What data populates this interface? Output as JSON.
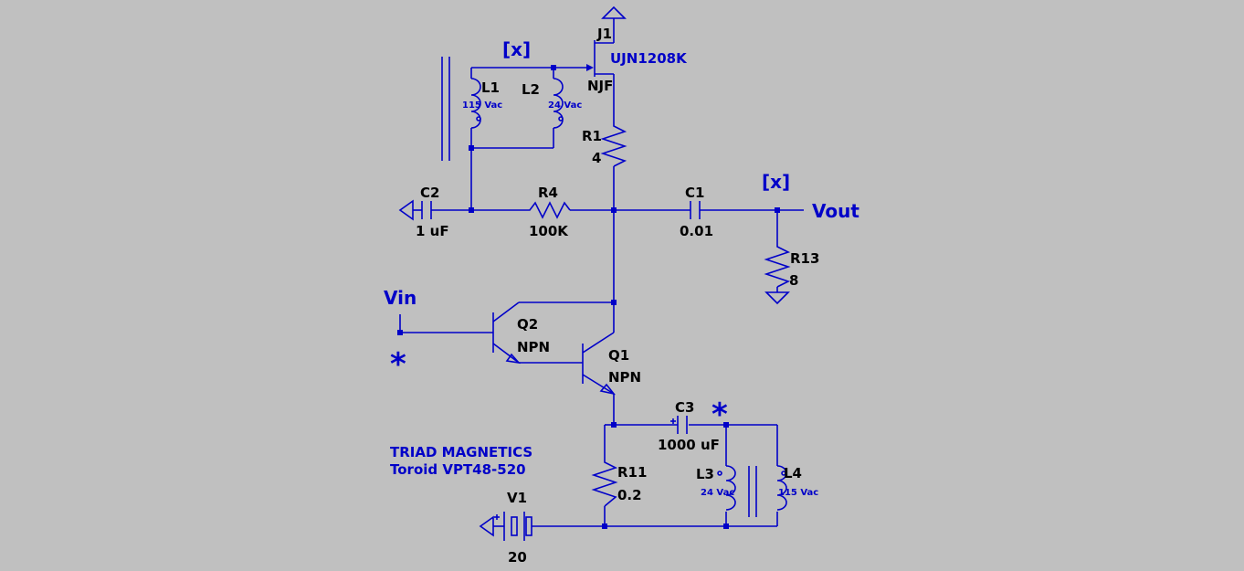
{
  "colors": {
    "background": "#c0c0c0",
    "wire": "#0000c8",
    "label": "#000000"
  },
  "components": {
    "J1": {
      "name": "J1",
      "model": "UJN1208K",
      "type": "NJF"
    },
    "L1": {
      "name": "L1",
      "value": "115 Vac"
    },
    "L2": {
      "name": "L2",
      "value": "24 Vac"
    },
    "L3": {
      "name": "L3",
      "value": "24 Vac"
    },
    "L4": {
      "name": "L4",
      "value": "115 Vac"
    },
    "R1": {
      "name": "R1",
      "value": "4"
    },
    "R4": {
      "name": "R4",
      "value": "100K"
    },
    "R11": {
      "name": "R11",
      "value": "0.2"
    },
    "R13": {
      "name": "R13",
      "value": "8"
    },
    "C1": {
      "name": "C1",
      "value": "0.01"
    },
    "C2": {
      "name": "C2",
      "value": "1 uF"
    },
    "C3": {
      "name": "C3",
      "value": "1000 uF"
    },
    "Q1": {
      "name": "Q1",
      "type": "NPN"
    },
    "Q2": {
      "name": "Q2",
      "type": "NPN"
    },
    "V1": {
      "name": "V1",
      "value": "20"
    }
  },
  "nets": {
    "vin": "Vin",
    "vout": "Vout",
    "x_top": "[x]",
    "x_out": "[x]",
    "star_vin": "*",
    "star_c3": "*"
  },
  "notes": {
    "line1": "TRIAD MAGNETICS",
    "line2": "Toroid VPT48-520"
  },
  "icons": [
    "ground-icon",
    "resistor-icon",
    "capacitor-icon",
    "inductor-icon",
    "transistor-icon",
    "battery-icon",
    "junction-dot-icon"
  ]
}
